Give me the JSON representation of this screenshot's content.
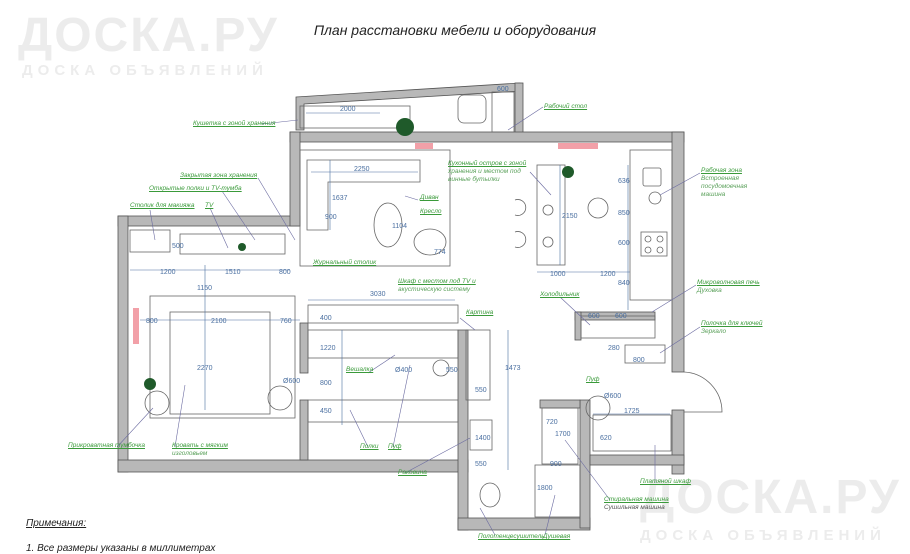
{
  "title": "План расстановки мебели и оборудования",
  "watermark": {
    "brand": "ДОСКА.РУ",
    "tagline": "ДОСКА ОБЪЯВЛЕНИЙ"
  },
  "labels": {
    "couch": "Кушетка с зоной хранения",
    "desk": "Рабочий стол",
    "closed_storage": "Закрытая зона хранения",
    "open_shelves": "Открытые полки и TV-тумба",
    "vanity": "Столик для макияжа",
    "tv": "TV",
    "sofa": "Диван",
    "armchair": "Кресло",
    "coffee_table": "Журнальный столик",
    "tv_cabinet": "Шкаф с местом под TV и",
    "tv_cabinet_sub": "акустическую систему",
    "island": "Кухонный остров с зоной",
    "island_sub1": "хранения и местом под",
    "island_sub2": "винные бутылки",
    "work_zone": "Рабочая зона",
    "work_zone_sub1": "Встроенная",
    "work_zone_sub2": "посудомоечная",
    "work_zone_sub3": "машина",
    "microwave": "Микроволновая печь",
    "oven": "Духовка",
    "fridge": "Холодильник",
    "key_shelf": "Полочка для ключей",
    "mirror": "Зеркало",
    "picture": "Картина",
    "hanger": "Вешалка",
    "pouf_hall": "Пуф",
    "pouf_closet": "Пуф",
    "shelves": "Полки",
    "sink": "Раковина",
    "nightstand": "Прикроватная тумбочка",
    "bed": "Кровать с мягким",
    "bed_sub": "изголовьем",
    "wardrobe": "Платяной шкаф",
    "washer": "Стиральная машина",
    "dryer": "Сушильная машина",
    "towel_dryer": "Полотенцесушитель",
    "shower": "Душевая"
  },
  "dimensions": {
    "balcony_len": "2000",
    "desk_w": "600",
    "sofa_len": "2250",
    "sofa_depth": "1637",
    "sofa_seat": "900",
    "coffee_table": "1104",
    "chair": "774",
    "vanity": "1200",
    "tv_zone": "1510",
    "storage": "800",
    "vanity_depth": "500",
    "bed_clear": "1150",
    "cabinet_len": "3030",
    "bed_left": "800",
    "bed_width": "2100",
    "bed_right": "760",
    "bed_len": "2270",
    "nightstand": "Ø600",
    "closet_shelf": "400",
    "closet_rack": "1220",
    "closet_pass": "800",
    "closet_low": "450",
    "pouf_closet": "Ø400",
    "closet_side": "550",
    "picture_h": "1473",
    "sink_w": "550",
    "bath_len": "1400",
    "wc_w": "550",
    "pouf_hall": "Ø600",
    "island_len": "2150",
    "island_w": "1000",
    "island_gap": "1200",
    "kitchen_1": "636",
    "kitchen_2": "850",
    "kitchen_3": "600",
    "kitchen_4": "840",
    "fridge_1": "600",
    "fridge_2": "600",
    "key_h": "280",
    "key_w": "800",
    "wardrobe_len": "1725",
    "wardrobe_d": "620",
    "washer_d": "720",
    "washer_w": "1700",
    "shower_w": "900",
    "shower_len": "1800"
  },
  "notes": {
    "heading": "Примечания:",
    "items": [
      "1. Все размеры указаны в миллиметрах"
    ]
  },
  "colors": {
    "wall": "#b8b8b8",
    "label": "#3a9a3a",
    "dimension": "#4a6fa0",
    "radiator": "#f2a0a8",
    "plant": "#1f5a2a"
  }
}
